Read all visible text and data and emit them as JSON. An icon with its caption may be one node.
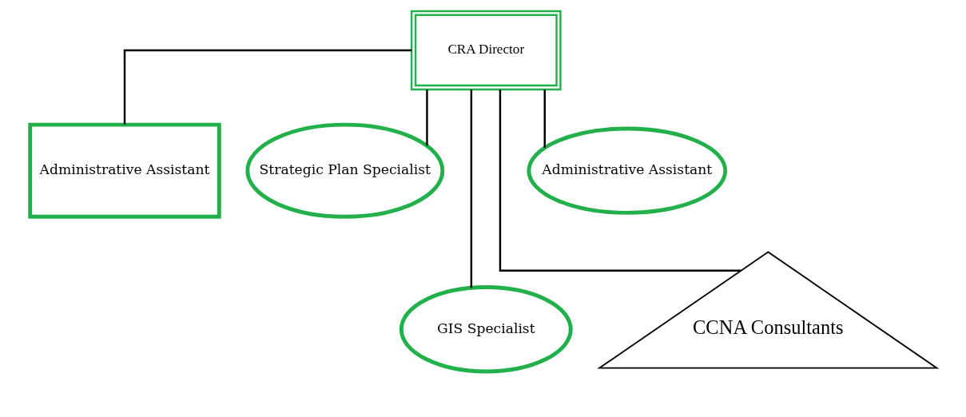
{
  "diagram": {
    "nodes": [
      {
        "text": [
          "CRA Director"
        ]
      },
      {
        "text": [
          "Administrative Assistant"
        ]
      },
      {
        "text": [
          "Strategic Plan Specialist"
        ]
      },
      {
        "text": [
          "GIS Specialist"
        ]
      },
      {
        "text": [
          "Administrative Assistant"
        ]
      },
      {
        "text": [
          "CCNA Consultants"
        ]
      }
    ],
    "edges": [
      {
        "from": 0,
        "to": 1,
        "arrow": "none"
      },
      {
        "from": 0,
        "to": 2,
        "arrow": "none"
      },
      {
        "from": 0,
        "to": 3,
        "arrow": "none"
      },
      {
        "from": 0,
        "to": 4,
        "arrow": "none"
      },
      {
        "from": 0,
        "to": 5,
        "arrow": "none"
      }
    ]
  }
}
